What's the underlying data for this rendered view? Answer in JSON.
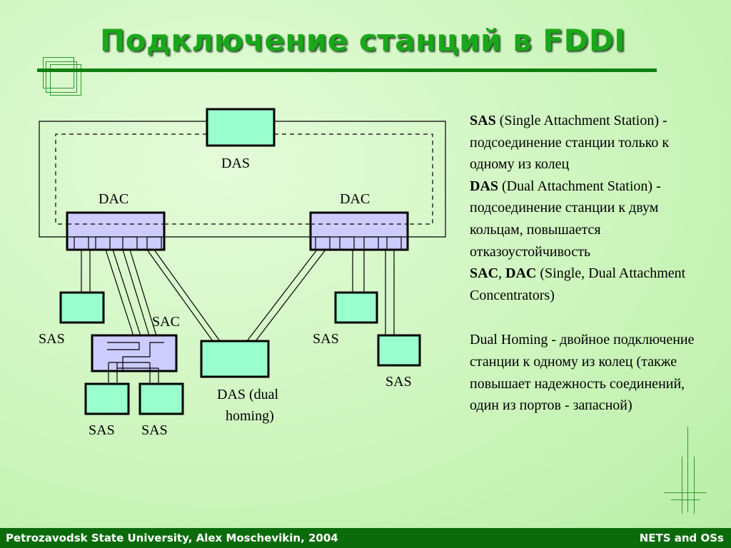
{
  "slide": {
    "title": "Подключение станций в FDDI"
  },
  "diagram": {
    "labels": {
      "das_top": "DAS",
      "dac_left": "DAC",
      "dac_right": "DAC",
      "sac": "SAC",
      "sas_left": "SAS",
      "sas_right_upper": "SAS",
      "sas_right_lower": "SAS",
      "sas_bottom_1": "SAS",
      "sas_bottom_2": "SAS",
      "das_dual_line1": "DAS (dual",
      "das_dual_line2": "homing)"
    },
    "colors": {
      "ring_station": "#99ffcc",
      "concentrator": "#ccccff",
      "stroke": "#000000"
    }
  },
  "description": {
    "sas_term": "SAS",
    "sas_text": " (Single Attachment Station) - подсоединение станции только к одному из колец",
    "das_term": "DAS",
    "das_text": " (Dual Attachment Station) - подсоединение станции к двум кольцам, повышается отказоустойчивость",
    "sac_term": "SAC",
    "sep": ", ",
    "dac_term": "DAC",
    "sac_dac_text": " (Single, Dual Attachment Concentrators)",
    "dual_homing_text": "Dual Homing - двойное подключение станции к одному из колец (также повышает надежность соединений, один из портов - запасной)"
  },
  "footer": {
    "left": "Petrozavodsk State University, Alex Moschevikin, 2004",
    "right": "NETS and OSs"
  }
}
